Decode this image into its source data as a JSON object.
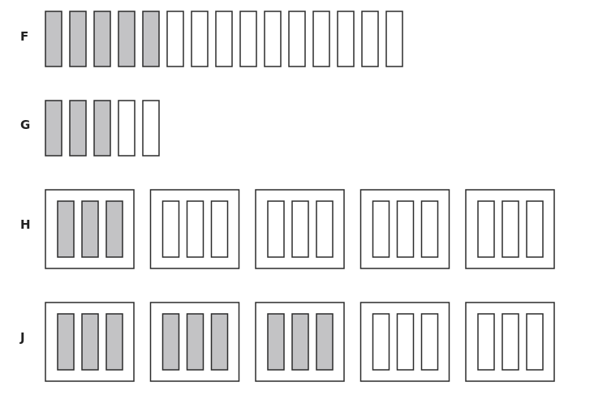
{
  "colors": {
    "shaded": "#c3c3c5",
    "empty": "#ffffff",
    "stroke": "#2b2b2b"
  },
  "rows": [
    {
      "label": "F",
      "kind": "bars",
      "total": 15,
      "shaded": 5
    },
    {
      "label": "G",
      "kind": "bars",
      "total": 5,
      "shaded": 3
    },
    {
      "label": "H",
      "kind": "groups",
      "groups": 5,
      "bars_per_group": 3,
      "shaded_groups": 1
    },
    {
      "label": "J",
      "kind": "groups",
      "groups": 5,
      "bars_per_group": 3,
      "shaded_groups": 3
    }
  ]
}
